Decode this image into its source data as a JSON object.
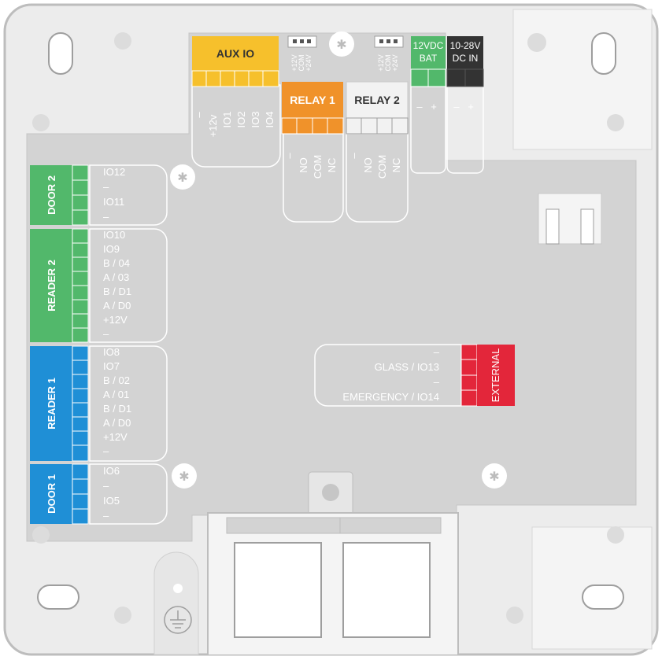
{
  "colors": {
    "door": "#52b86b",
    "reader2": "#52b86b",
    "reader1": "#1f8fd6",
    "door1": "#1f8fd6",
    "aux": "#f6c02c",
    "relay1": "#f0922a",
    "relay2": "#f2f2f2",
    "bat": "#52b86b",
    "dcin": "#333333",
    "external": "#e3263a",
    "board": "#d3d3d3",
    "housing": "#ececec"
  },
  "left_blocks": {
    "door2": {
      "title": "DOOR 2",
      "pins": [
        "IO12",
        "–",
        "IO11",
        "–"
      ]
    },
    "reader2": {
      "title": "READER 2",
      "pins": [
        "IO10",
        "IO9",
        "B / 04",
        "A / 03",
        "B / D1",
        "A / D0",
        "+12V",
        "–"
      ]
    },
    "reader1": {
      "title": "READER 1",
      "pins": [
        "IO8",
        "IO7",
        "B / 02",
        "A / 01",
        "B / D1",
        "A / D0",
        "+12V",
        "–"
      ]
    },
    "door1": {
      "title": "DOOR 1",
      "pins": [
        "IO6",
        "–",
        "IO5",
        "–"
      ]
    }
  },
  "top_blocks": {
    "aux": {
      "title": "AUX IO",
      "pins": [
        "–",
        "+12v",
        "IO1",
        "IO2",
        "IO3",
        "IO4"
      ]
    },
    "jumper1": {
      "pins": [
        "+12V",
        "COM",
        "+24V"
      ]
    },
    "jumper2": {
      "pins": [
        "+12V",
        "COM",
        "+24V"
      ]
    },
    "relay1": {
      "title": "RELAY 1",
      "pins": [
        "–",
        "NO",
        "COM",
        "NC"
      ]
    },
    "relay2": {
      "title": "RELAY 2",
      "pins": [
        "–",
        "NO",
        "COM",
        "NC"
      ]
    },
    "bat": {
      "title_line1": "12VDC",
      "title_line2": "BAT",
      "pins": [
        "–",
        "+"
      ]
    },
    "dcin": {
      "title_line1": "10-28V",
      "title_line2": "DC IN",
      "pins": [
        "–",
        "+"
      ]
    }
  },
  "external": {
    "title": "EXTERNAL",
    "pins": [
      "–",
      "GLASS / IO13",
      "–",
      "EMERGENCY / IO14"
    ]
  }
}
